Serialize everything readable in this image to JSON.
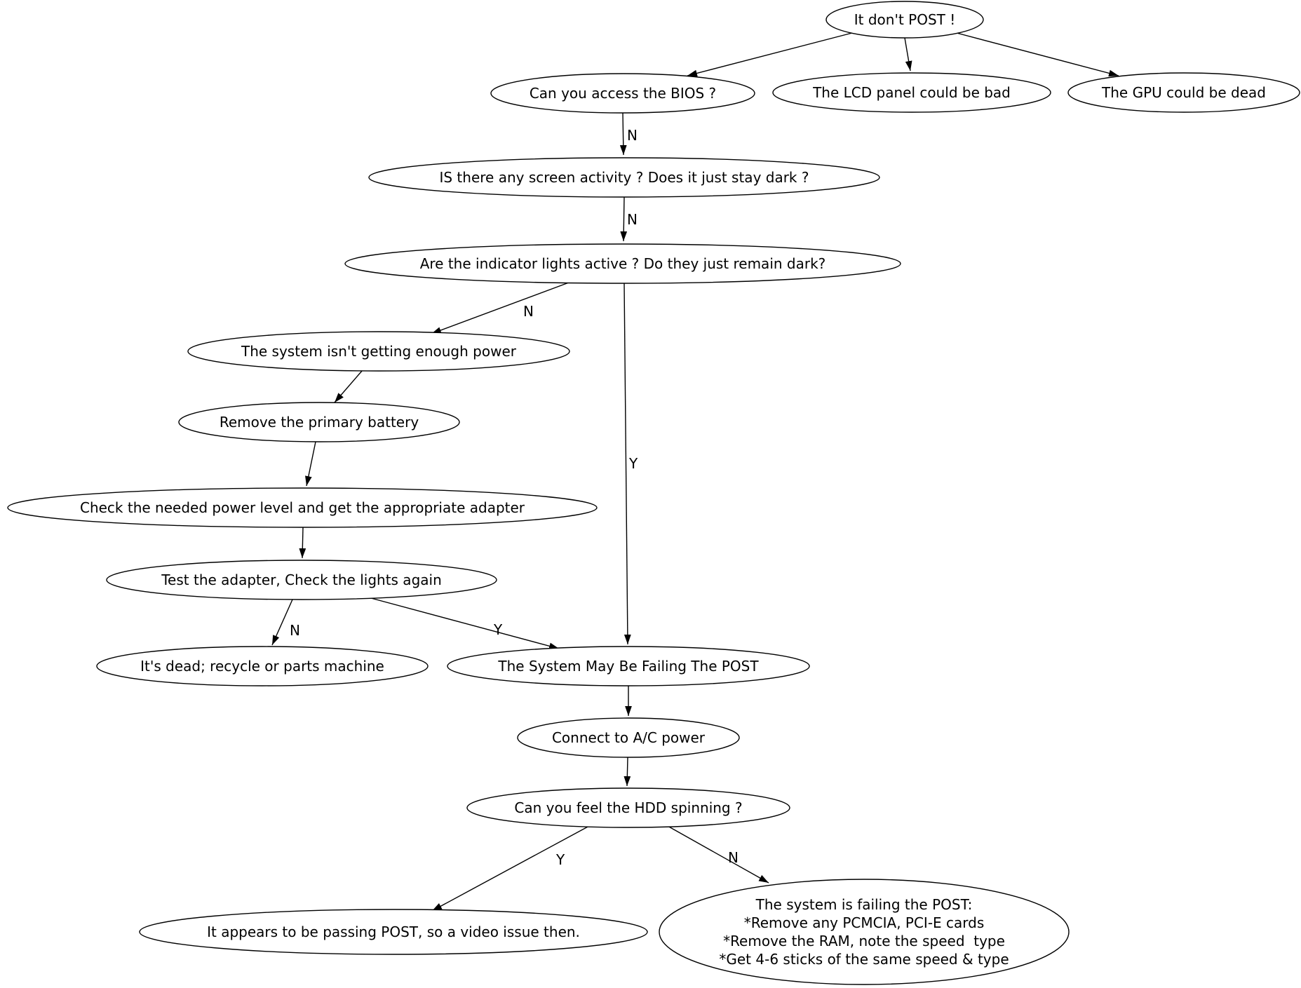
{
  "colors": {
    "background": "#ffffff",
    "node_fill": "#ffffff",
    "stroke": "#000000",
    "text": "#000000"
  },
  "nodes": {
    "it_dont_post": {
      "label": "It don't POST !"
    },
    "bios": {
      "label": "Can you access the BIOS ?"
    },
    "lcd": {
      "label": "The LCD panel could be bad"
    },
    "gpu": {
      "label": "The GPU could be dead"
    },
    "screen_activity": {
      "label": "IS there any screen activity ? Does it just stay dark ?"
    },
    "indicator_lights": {
      "label": "Are the indicator lights active ? Do they just remain dark?"
    },
    "not_enough_power": {
      "label": "The system isn't getting enough power"
    },
    "remove_battery": {
      "label": "Remove the primary battery"
    },
    "check_power_level": {
      "label": "Check the needed power level and get the appropriate adapter"
    },
    "test_adapter": {
      "label": "Test the adapter, Check the lights again"
    },
    "its_dead": {
      "label": "It's dead; recycle or parts machine"
    },
    "may_fail_post": {
      "label": "The System May Be Failing The POST"
    },
    "connect_ac": {
      "label": "Connect to A/C power"
    },
    "hdd_spinning": {
      "label": "Can you feel the HDD spinning ?"
    },
    "passing_post": {
      "label": "It appears to be passing POST, so a video issue then."
    },
    "failing_post": {
      "lines": [
        "The system is failing the POST:",
        "*Remove any PCMCIA, PCI-E cards",
        "*Remove the RAM, note the speed  type",
        "*Get 4-6 sticks of the same speed & type"
      ]
    }
  },
  "edges": [
    {
      "from": "it_dont_post",
      "to": "bios",
      "label": ""
    },
    {
      "from": "it_dont_post",
      "to": "lcd",
      "label": ""
    },
    {
      "from": "it_dont_post",
      "to": "gpu",
      "label": ""
    },
    {
      "from": "bios",
      "to": "screen_activity",
      "label": "N"
    },
    {
      "from": "screen_activity",
      "to": "indicator_lights",
      "label": "N"
    },
    {
      "from": "indicator_lights",
      "to": "not_enough_power",
      "label": "N"
    },
    {
      "from": "indicator_lights",
      "to": "may_fail_post",
      "label": "Y"
    },
    {
      "from": "not_enough_power",
      "to": "remove_battery",
      "label": ""
    },
    {
      "from": "remove_battery",
      "to": "check_power_level",
      "label": ""
    },
    {
      "from": "check_power_level",
      "to": "test_adapter",
      "label": ""
    },
    {
      "from": "test_adapter",
      "to": "its_dead",
      "label": "N"
    },
    {
      "from": "test_adapter",
      "to": "may_fail_post",
      "label": "Y"
    },
    {
      "from": "may_fail_post",
      "to": "connect_ac",
      "label": ""
    },
    {
      "from": "connect_ac",
      "to": "hdd_spinning",
      "label": ""
    },
    {
      "from": "hdd_spinning",
      "to": "passing_post",
      "label": "Y"
    },
    {
      "from": "hdd_spinning",
      "to": "failing_post",
      "label": "N"
    }
  ]
}
